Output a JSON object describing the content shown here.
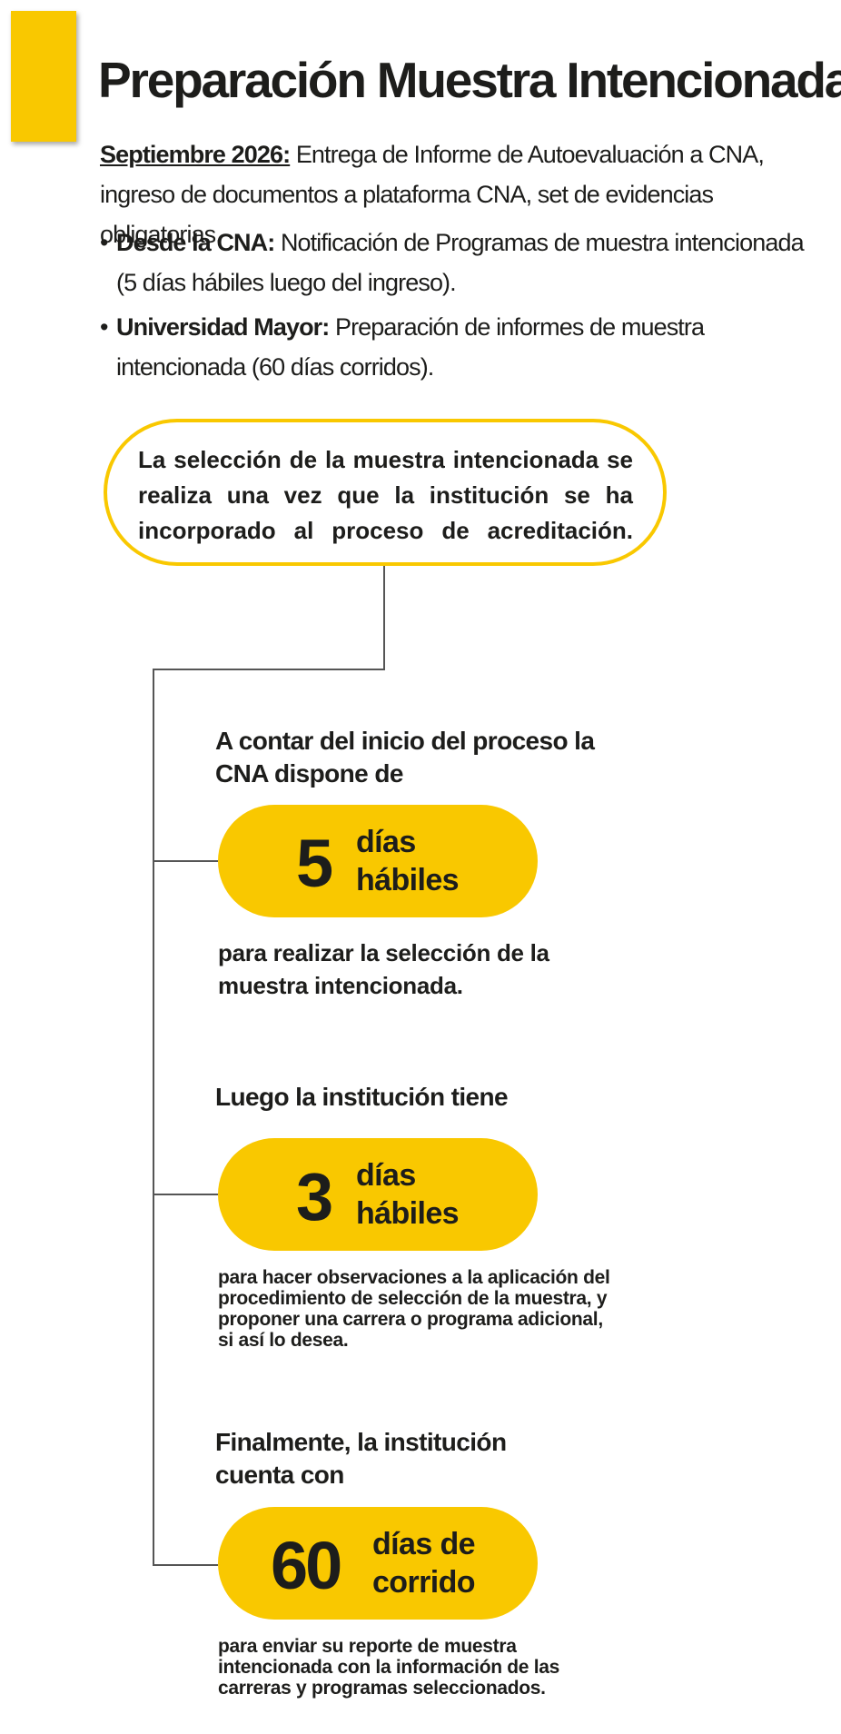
{
  "header": {
    "title": "Preparación Muestra Intencionada"
  },
  "intro": {
    "lead": "Septiembre 2026:",
    "text": " Entrega de Informe de Autoevaluación a CNA, ingreso de documentos a plataforma CNA, set de evidencias obligatorias."
  },
  "bullets": [
    {
      "bold": "Desde la CNA:",
      "text": " Notificación de Programas de muestra intencionada (5 días hábiles luego del ingreso)."
    },
    {
      "bold": "Universidad Mayor:",
      "text": " Preparación  de informes de muestra intencionada (60 días corridos)."
    }
  ],
  "note": {
    "text": "La selección de la muestra intencionada se realiza una vez que la institución se ha incorporado al proceso de acreditación."
  },
  "steps": [
    {
      "heading": "A contar del inicio del proceso la CNA dispone de",
      "number": "5",
      "unit_line1": "días",
      "unit_line2": "hábiles",
      "description": "para realizar la selección de la muestra intencionada."
    },
    {
      "heading": "Luego la institución tiene",
      "number": "3",
      "unit_line1": "días",
      "unit_line2": "hábiles",
      "description": "para hacer observaciones a la aplicación del procedimiento de selección de la muestra, y proponer una carrera o programa adicional,  si así lo desea."
    },
    {
      "heading": "Finalmente, la institución cuenta con",
      "number": "60",
      "unit_line1": "días de",
      "unit_line2": "corrido",
      "description": "para enviar su reporte de muestra intencionada con la información de las carreras y programas seleccionados."
    }
  ],
  "colors": {
    "accent": "#F9C800",
    "text": "#1D1D1B",
    "connector": "#555555"
  }
}
